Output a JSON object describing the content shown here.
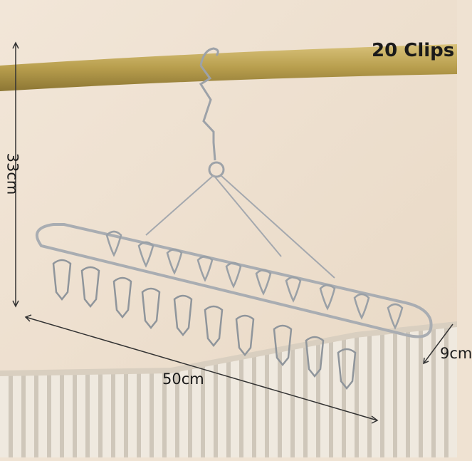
{
  "image": {
    "title_text": "20 Clips",
    "width_label": "50cm",
    "height_label": "33cm",
    "depth_label": "9cm",
    "clip_count": 20,
    "colors": {
      "wall": "#efe2d2",
      "rail": "#b9a256",
      "steel": "#a9adb2",
      "radiator": "#f3eee6"
    }
  }
}
